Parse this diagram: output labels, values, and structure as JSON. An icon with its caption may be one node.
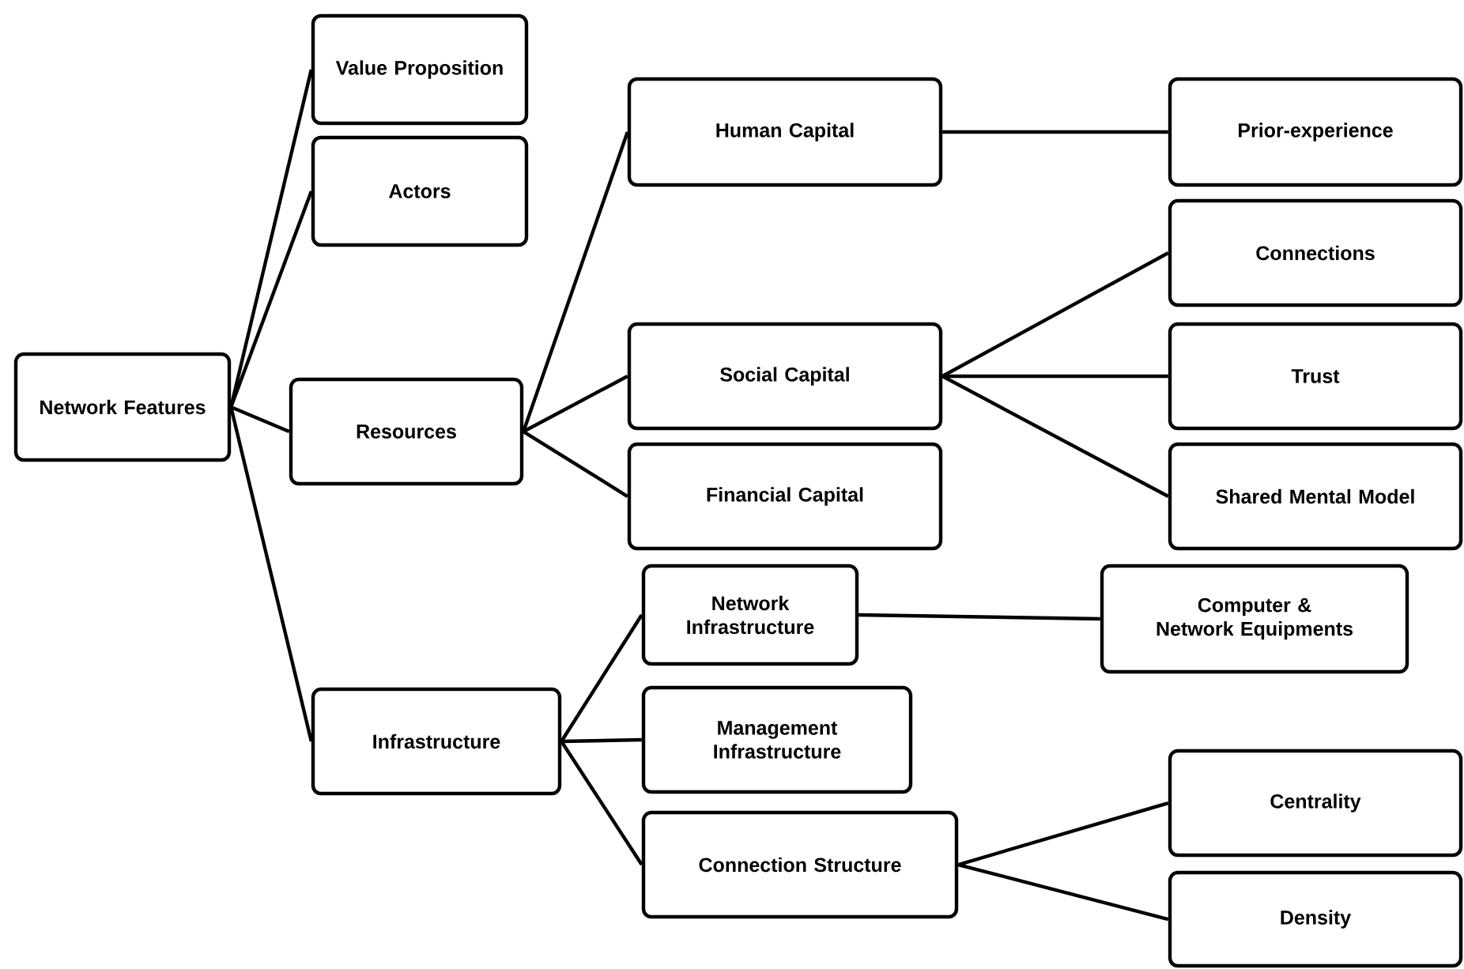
{
  "diagram": {
    "nodes": [
      {
        "text": [
          "Network Features"
        ]
      },
      {
        "text": [
          "Value Proposition"
        ]
      },
      {
        "text": [
          "Actors"
        ]
      },
      {
        "text": [
          "Resources"
        ]
      },
      {
        "text": [
          "Human Capital"
        ]
      },
      {
        "text": [
          "Social Capital"
        ]
      },
      {
        "text": [
          "Financial Capital"
        ]
      },
      {
        "text": [
          "Prior-experience"
        ]
      },
      {
        "text": [
          "Connections"
        ]
      },
      {
        "text": [
          "Trust"
        ]
      },
      {
        "text": [
          "Shared Mental Model"
        ]
      },
      {
        "text": [
          "Infrastructure"
        ]
      },
      {
        "text": [
          "Network Infrastructure"
        ]
      },
      {
        "text": [
          "Computer & Network Equipments"
        ]
      },
      {
        "text": [
          "Management Infrastructure"
        ]
      },
      {
        "text": [
          "Connection Structure"
        ]
      },
      {
        "text": [
          "Centrality"
        ]
      },
      {
        "text": [
          "Density"
        ]
      }
    ],
    "edges": [
      {
        "from": 0,
        "to": 1,
        "arrow": "none"
      },
      {
        "from": 0,
        "to": 2,
        "arrow": "none"
      },
      {
        "from": 0,
        "to": 3,
        "arrow": "none"
      },
      {
        "from": 0,
        "to": 11,
        "arrow": "none"
      },
      {
        "from": 3,
        "to": 4,
        "arrow": "none"
      },
      {
        "from": 3,
        "to": 5,
        "arrow": "none"
      },
      {
        "from": 3,
        "to": 6,
        "arrow": "none"
      },
      {
        "from": 4,
        "to": 7,
        "arrow": "none"
      },
      {
        "from": 5,
        "to": 8,
        "arrow": "none"
      },
      {
        "from": 5,
        "to": 9,
        "arrow": "none"
      },
      {
        "from": 5,
        "to": 10,
        "arrow": "none"
      },
      {
        "from": 11,
        "to": 12,
        "arrow": "none"
      },
      {
        "from": 11,
        "to": 14,
        "arrow": "none"
      },
      {
        "from": 11,
        "to": 15,
        "arrow": "none"
      },
      {
        "from": 12,
        "to": 13,
        "arrow": "none"
      },
      {
        "from": 15,
        "to": 16,
        "arrow": "none"
      },
      {
        "from": 15,
        "to": 17,
        "arrow": "none"
      }
    ]
  }
}
